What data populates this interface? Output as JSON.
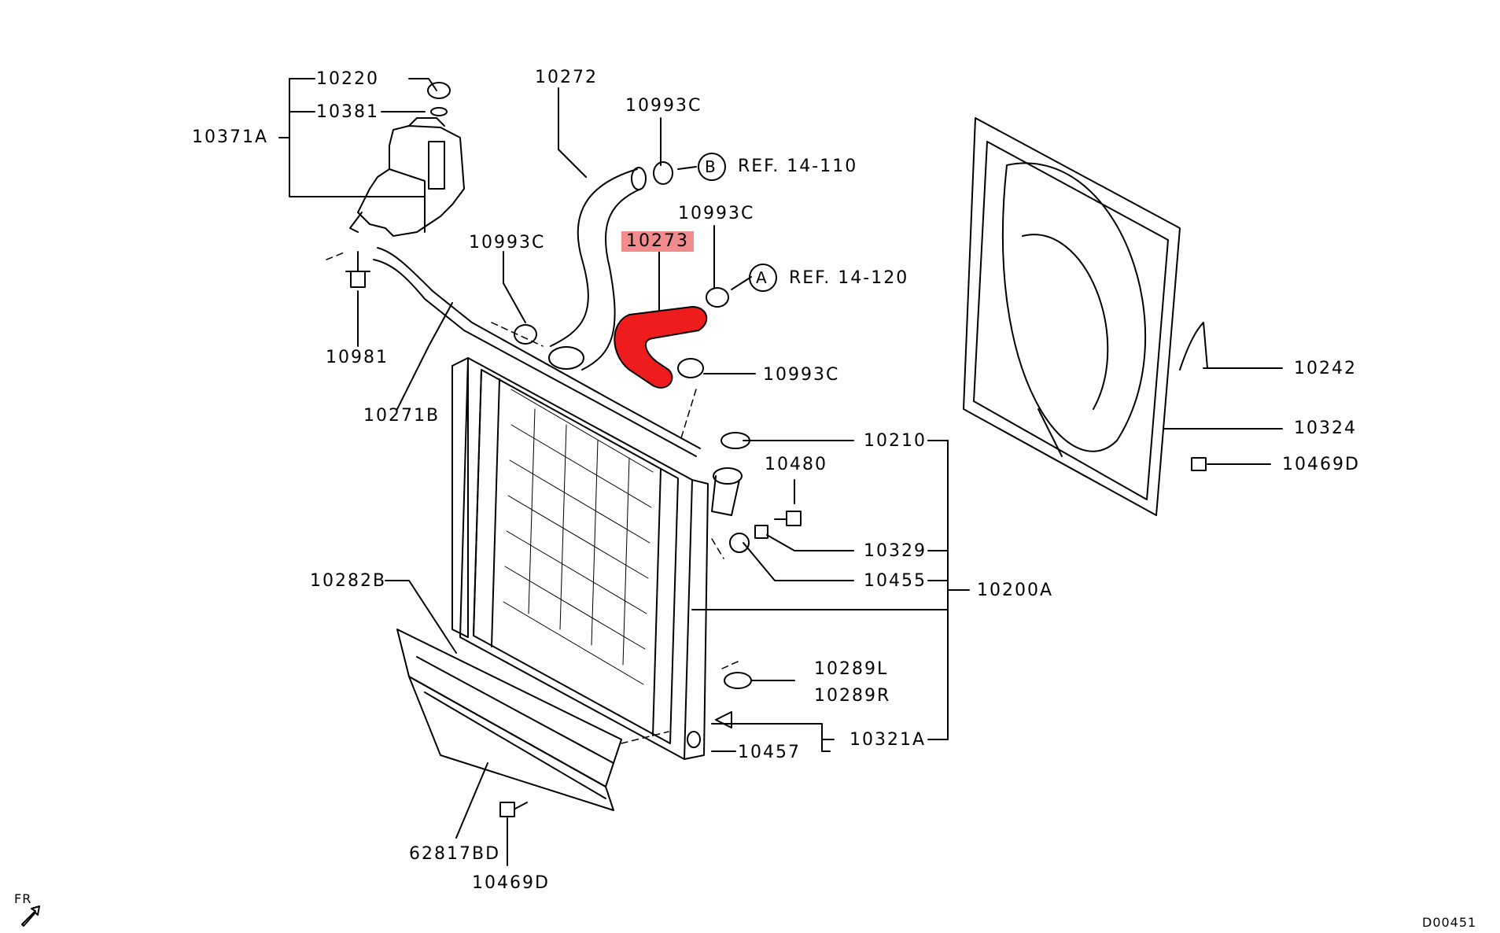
{
  "diagram": {
    "labels": {
      "p10220": "10220",
      "p10381": "10381",
      "p10371A": "10371A",
      "p10272": "10272",
      "p10993c_top": "10993C",
      "ref_b_circle": "B",
      "ref_b_text": "REF. 14-110",
      "p10993c_mid": "10993C",
      "p10273": "10273",
      "p10993c_left": "10993C",
      "ref_a_circle": "A",
      "ref_a_text": "REF. 14-120",
      "p10981": "10981",
      "p10993c_low": "10993C",
      "p10271B": "10271B",
      "p10210": "10210",
      "p10480": "10480",
      "p10329": "10329",
      "p10455": "10455",
      "p10200A": "10200A",
      "p10282B": "10282B",
      "p10289L": "10289L",
      "p10289R": "10289R",
      "p10457": "10457",
      "p10321A": "10321A",
      "p62817BD": "62817BD",
      "p10469D_bottom": "10469D",
      "p10242": "10242",
      "p10324": "10324",
      "p10469D_right": "10469D",
      "front_marker": "FR",
      "diagram_code": "D00451"
    },
    "highlight_color": "#ee1c1c",
    "highlight_label_bg": "#f28b8b"
  }
}
